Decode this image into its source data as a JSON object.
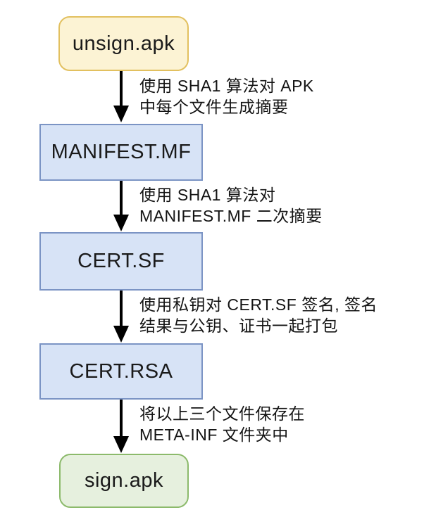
{
  "diagram": {
    "type": "flowchart",
    "direction": "top-down",
    "nodes": [
      {
        "id": "unsign-apk",
        "label": "unsign.apk",
        "shape": "rounded",
        "fill": "#fcf3d4",
        "stroke": "#e2c05f"
      },
      {
        "id": "manifest-mf",
        "label": "MANIFEST.MF",
        "shape": "rect",
        "fill": "#d7e3f6",
        "stroke": "#7b94c4"
      },
      {
        "id": "cert-sf",
        "label": "CERT.SF",
        "shape": "rect",
        "fill": "#d7e3f6",
        "stroke": "#7b94c4"
      },
      {
        "id": "cert-rsa",
        "label": "CERT.RSA",
        "shape": "rect",
        "fill": "#d7e3f6",
        "stroke": "#7b94c4"
      },
      {
        "id": "sign-apk",
        "label": "sign.apk",
        "shape": "rounded",
        "fill": "#e6f0de",
        "stroke": "#8cba6b"
      }
    ],
    "edges": [
      {
        "from": "unsign-apk",
        "to": "manifest-mf",
        "caption": "使用 SHA1 算法对 APK\n中每个文件生成摘要"
      },
      {
        "from": "manifest-mf",
        "to": "cert-sf",
        "caption": "使用 SHA1 算法对\nMANIFEST.MF 二次摘要"
      },
      {
        "from": "cert-sf",
        "to": "cert-rsa",
        "caption": "使用私钥对 CERT.SF 签名, 签名\n结果与公钥、证书一起打包"
      },
      {
        "from": "cert-rsa",
        "to": "sign-apk",
        "caption": "将以上三个文件保存在\nMETA-INF 文件夹中"
      }
    ],
    "arrow_color": "#000000",
    "text_color": "#141414",
    "background": "#ffffff"
  }
}
